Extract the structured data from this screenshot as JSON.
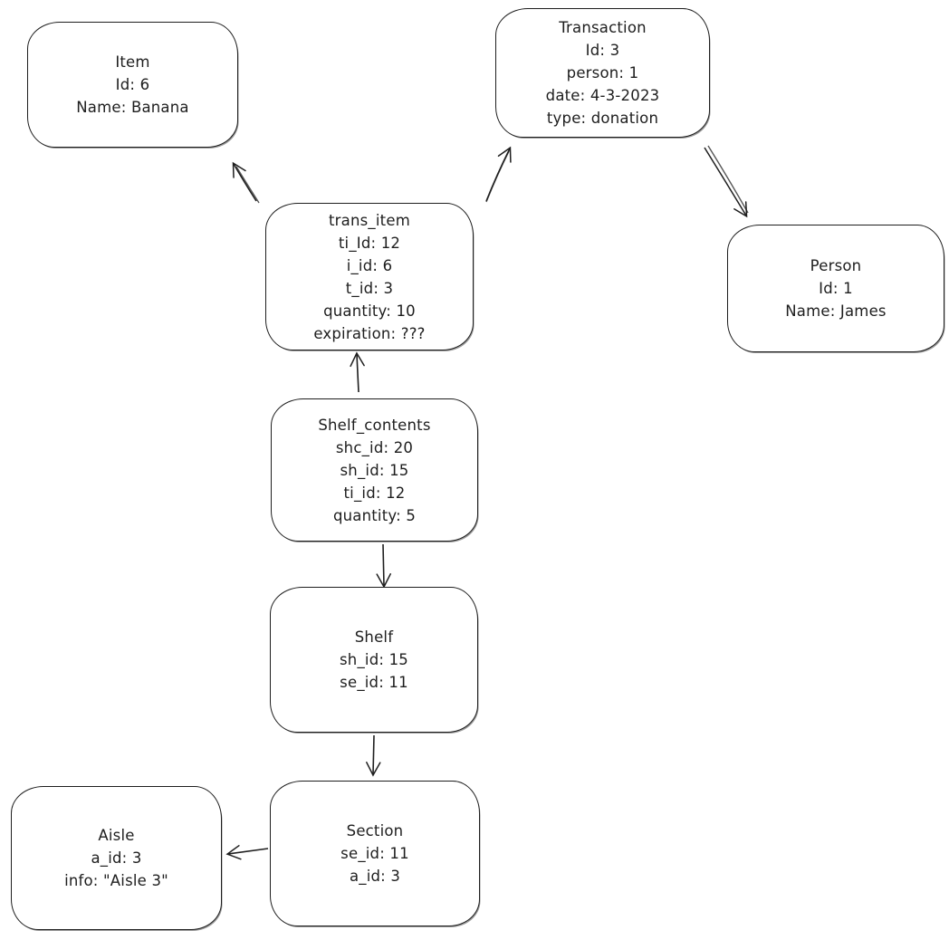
{
  "diagram": {
    "nodes": {
      "item": {
        "lines": [
          "Item",
          "Id: 6",
          "Name: Banana"
        ]
      },
      "transaction": {
        "lines": [
          "Transaction",
          "Id: 3",
          "person: 1",
          "date: 4-3-2023",
          "type: donation"
        ]
      },
      "person": {
        "lines": [
          "Person",
          "Id: 1",
          "Name: James"
        ]
      },
      "trans_item": {
        "lines": [
          "trans_item",
          "ti_Id: 12",
          "i_id: 6",
          "t_id: 3",
          "quantity: 10",
          "expiration: ???"
        ]
      },
      "shelf_contents": {
        "lines": [
          "Shelf_contents",
          "shc_id: 20",
          "sh_id: 15",
          "ti_id: 12",
          "quantity: 5"
        ]
      },
      "shelf": {
        "lines": [
          "Shelf",
          "sh_id: 15",
          "se_id: 11"
        ]
      },
      "section": {
        "lines": [
          "Section",
          "se_id: 11",
          "a_id: 3"
        ]
      },
      "aisle": {
        "lines": [
          "Aisle",
          "a_id: 3",
          "info: \"Aisle 3\""
        ]
      }
    },
    "edges": [
      {
        "from": "trans_item",
        "to": "item"
      },
      {
        "from": "trans_item",
        "to": "transaction"
      },
      {
        "from": "transaction",
        "to": "person"
      },
      {
        "from": "shelf_contents",
        "to": "trans_item"
      },
      {
        "from": "shelf_contents",
        "to": "shelf"
      },
      {
        "from": "shelf",
        "to": "section"
      },
      {
        "from": "section",
        "to": "aisle"
      }
    ],
    "colors": {
      "stroke": "#1e1e1e",
      "background": "#ffffff"
    }
  }
}
